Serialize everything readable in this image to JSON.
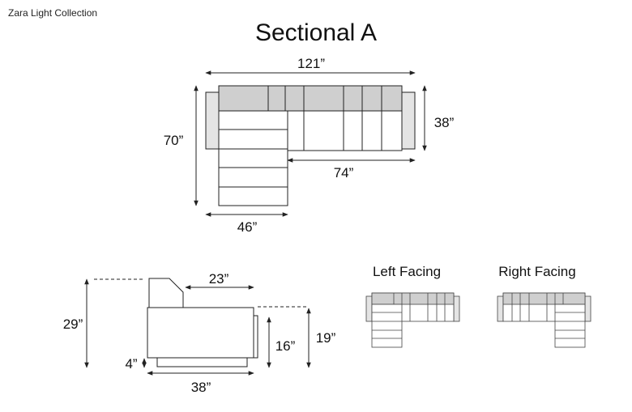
{
  "header": {
    "brand": "Zara Light Collection",
    "title": "Sectional A"
  },
  "top_view": {
    "overall_width": "121”",
    "overall_depth": "70”",
    "seat_depth": "38”",
    "sofa_length": "74”",
    "chaise_width": "46”"
  },
  "side_view": {
    "total_height": "29”",
    "seat_depth": "23”",
    "seat_height": "16”",
    "arm_height": "19”",
    "leg_height": "4”",
    "total_depth": "38”"
  },
  "configurations": {
    "left_label": "Left Facing",
    "right_label": "Right Facing"
  },
  "colors": {
    "line": "#222222",
    "cushion_fill": "#cfcfcf",
    "arm_fill": "#e4e4e4"
  }
}
